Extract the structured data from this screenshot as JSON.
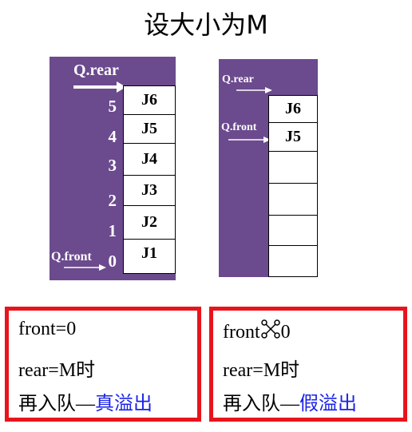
{
  "title": "设大小为M",
  "left_queue": {
    "rear_label": "Q.rear",
    "front_label": "Q.front",
    "indices": [
      "5",
      "4",
      "3",
      "2",
      "1",
      "0"
    ],
    "cells": [
      "J6",
      "J5",
      "J4",
      "J3",
      "J2",
      "J1"
    ]
  },
  "right_queue": {
    "rear_label": "Q.rear",
    "front_label": "Q.front",
    "cells": [
      "J6",
      "J5",
      "",
      "",
      "",
      ""
    ]
  },
  "left_box": {
    "line1": "front=0",
    "line2_a": "rear=M",
    "line2_b": "时",
    "line3_a": "再入队",
    "line3_dash": "—",
    "line3_result": "真溢出"
  },
  "right_box": {
    "line1_a": "front",
    "line1_b": "0",
    "line2_a": "rear=M",
    "line2_b": "时",
    "line3_a": "再入队",
    "line3_dash": "—",
    "line3_result": "假溢出"
  },
  "colors": {
    "panel": "#6c4a8e",
    "box_border": "#e8141c",
    "highlight": "#1a22e8"
  }
}
